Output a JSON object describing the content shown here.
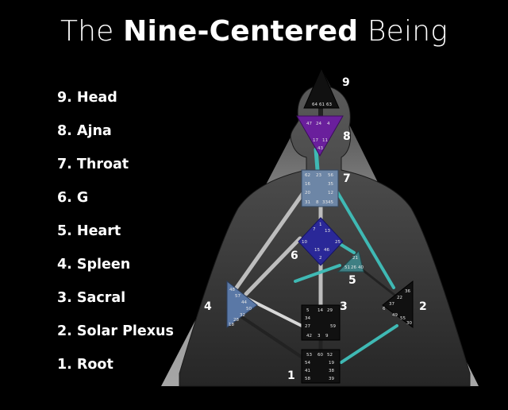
{
  "title": {
    "light_1": "The",
    "bold": "Nine-Centered",
    "light_2": "Being"
  },
  "legend": [
    {
      "label": "9. Head"
    },
    {
      "label": "8. Ajna"
    },
    {
      "label": "7. Throat"
    },
    {
      "label": "6. G"
    },
    {
      "label": "5. Heart"
    },
    {
      "label": "4. Spleen"
    },
    {
      "label": "3. Sacral"
    },
    {
      "label": "2. Solar Plexus"
    },
    {
      "label": "1. Root"
    }
  ],
  "center_numbers": {
    "head": "9",
    "ajna": "8",
    "throat": "7",
    "g": "6",
    "heart": "5",
    "spleen": "4",
    "sacral": "3",
    "solar": "2",
    "root": "1"
  },
  "colors": {
    "background": "#000000",
    "triangle": "#9a9a9a",
    "silhouette": "#2e2e2e",
    "ajna": "#6a1f9c",
    "throat": "#6d86a6",
    "g": "#2a2898",
    "heart": "#3f7f83",
    "spleen": "#5a78a6",
    "channel_teal": "#3fb9b4"
  },
  "gates": {
    "head": [
      "64",
      "61",
      "63"
    ],
    "ajna": [
      "47",
      "24",
      "4",
      "17",
      "11",
      "43"
    ],
    "throat": [
      "62",
      "23",
      "56",
      "16",
      "35",
      "20",
      "31",
      "8",
      "33",
      "45",
      "12"
    ],
    "g": [
      "1",
      "13",
      "10",
      "25",
      "15",
      "46",
      "2",
      "7"
    ],
    "heart": [
      "21",
      "51",
      "26",
      "40"
    ],
    "spleen": [
      "48",
      "57",
      "44",
      "50",
      "32",
      "28",
      "18"
    ],
    "sacral": [
      "5",
      "14",
      "29",
      "34",
      "27",
      "59",
      "42",
      "3",
      "9"
    ],
    "solar": [
      "36",
      "22",
      "37",
      "6",
      "49",
      "55",
      "30"
    ],
    "root": [
      "53",
      "60",
      "52",
      "54",
      "19",
      "38",
      "39",
      "58",
      "41"
    ]
  }
}
